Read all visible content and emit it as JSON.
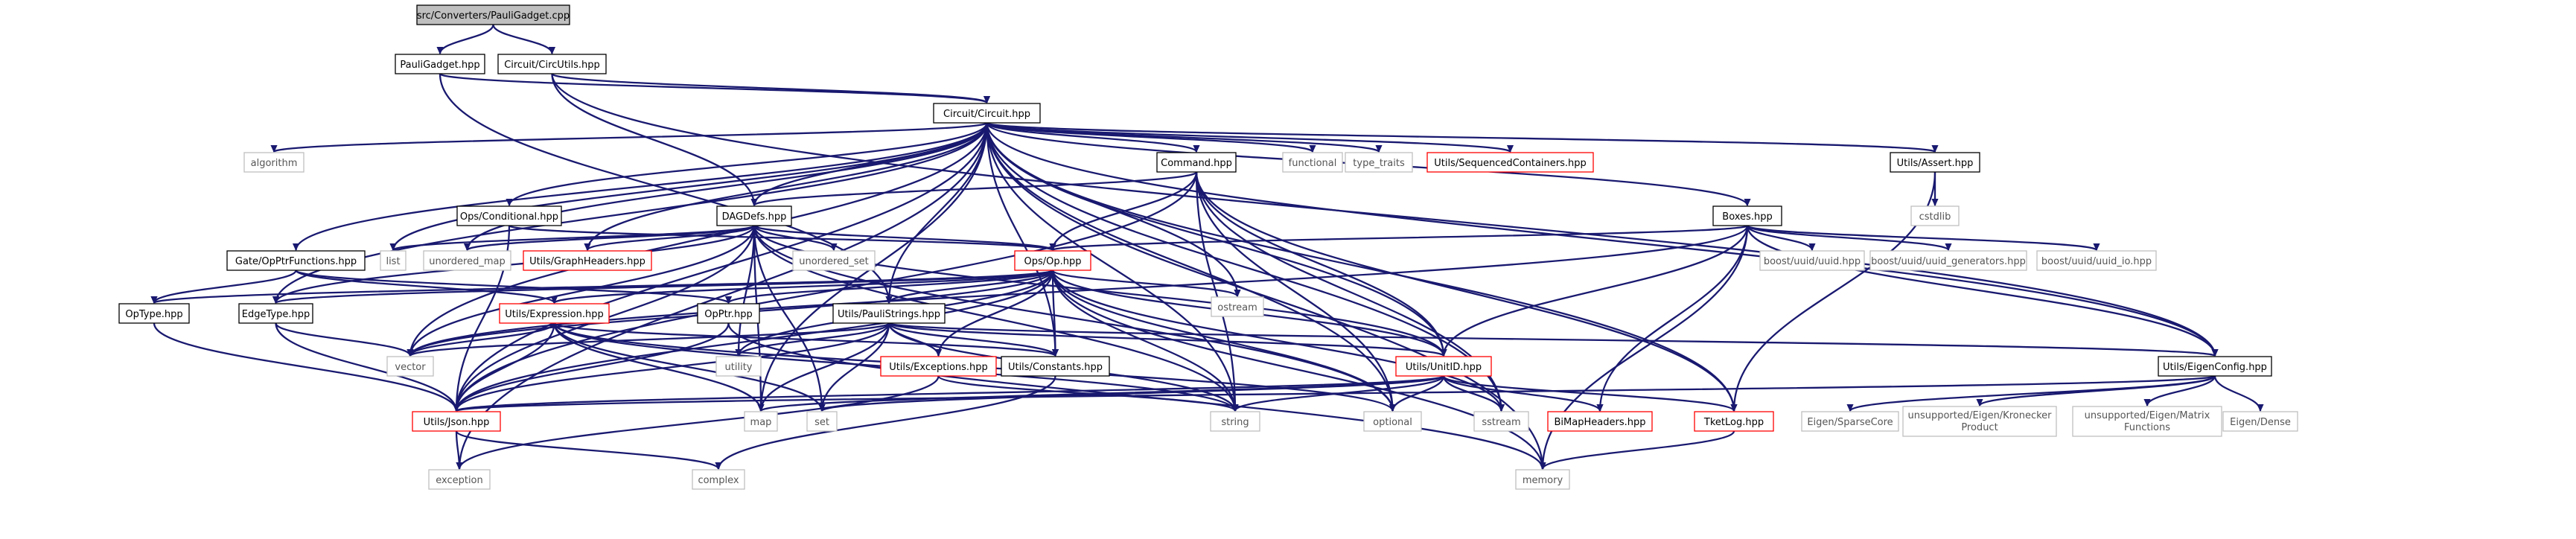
{
  "graph": {
    "colors": {
      "edge": "#191970",
      "root_fill": "#bfbfbf",
      "node_border": "#000000",
      "truncated_border": "#ff0000",
      "external_border": "#bfbfbf",
      "external_text": "#555555"
    },
    "nodes": {
      "root": "src/Converters/PauliGadget.cpp",
      "pauligadget_hpp": "PauliGadget.hpp",
      "circutils_hpp": "Circuit/CircUtils.hpp",
      "circuit_hpp": "Circuit/Circuit.hpp",
      "algorithm": "algorithm",
      "functional": "functional",
      "type_traits": "type_traits",
      "sequencedcontainers_hpp": "Utils/SequencedContainers.hpp",
      "assert_hpp": "Utils/Assert.hpp",
      "cstdlib": "cstdlib",
      "command_hpp": "Command.hpp",
      "dagdefs_hpp": "DAGDefs.hpp",
      "conditional_hpp": "Ops/Conditional.hpp",
      "boxes_hpp": "Boxes.hpp",
      "list": "list",
      "unordered_map": "unordered_map",
      "graphheaders_hpp": "Utils/GraphHeaders.hpp",
      "unordered_set": "unordered_set",
      "op_hpp": "Ops/Op.hpp",
      "gate_opptrfunctions_hpp": "Gate/OpPtrFunctions.hpp",
      "ostream": "ostream",
      "uuid_hpp": "boost/uuid/uuid.hpp",
      "uuid_generators_hpp": "boost/uuid/uuid_generators.hpp",
      "uuid_io_hpp": "boost/uuid/uuid_io.hpp",
      "optype_hpp": "OpType.hpp",
      "edgetype_hpp": "EdgeType.hpp",
      "expression_hpp": "Utils/Expression.hpp",
      "opptr_hpp": "OpPtr.hpp",
      "paulistrings_hpp": "Utils/PauliStrings.hpp",
      "vector": "vector",
      "utility": "utility",
      "exceptions_hpp": "Utils/Exceptions.hpp",
      "constants_hpp": "Utils/Constants.hpp",
      "unitid_hpp": "Utils/UnitID.hpp",
      "eigenconfig_hpp": "Utils/EigenConfig.hpp",
      "json_hpp": "Utils/Json.hpp",
      "map": "map",
      "set": "set",
      "string": "string",
      "optional": "optional",
      "sstream": "sstream",
      "bimapheaders_hpp": "BiMapHeaders.hpp",
      "tketlog_hpp": "TketLog.hpp",
      "eigen_sparsecore": "Eigen/SparseCore",
      "eigen_kronecker_line1": "unsupported/Eigen/Kronecker",
      "eigen_kronecker_line2": "Product",
      "eigen_matrixfunctions_line1": "unsupported/Eigen/Matrix",
      "eigen_matrixfunctions_line2": "Functions",
      "eigen_dense": "Eigen/Dense",
      "exception": "exception",
      "complex": "complex",
      "memory": "memory"
    }
  }
}
